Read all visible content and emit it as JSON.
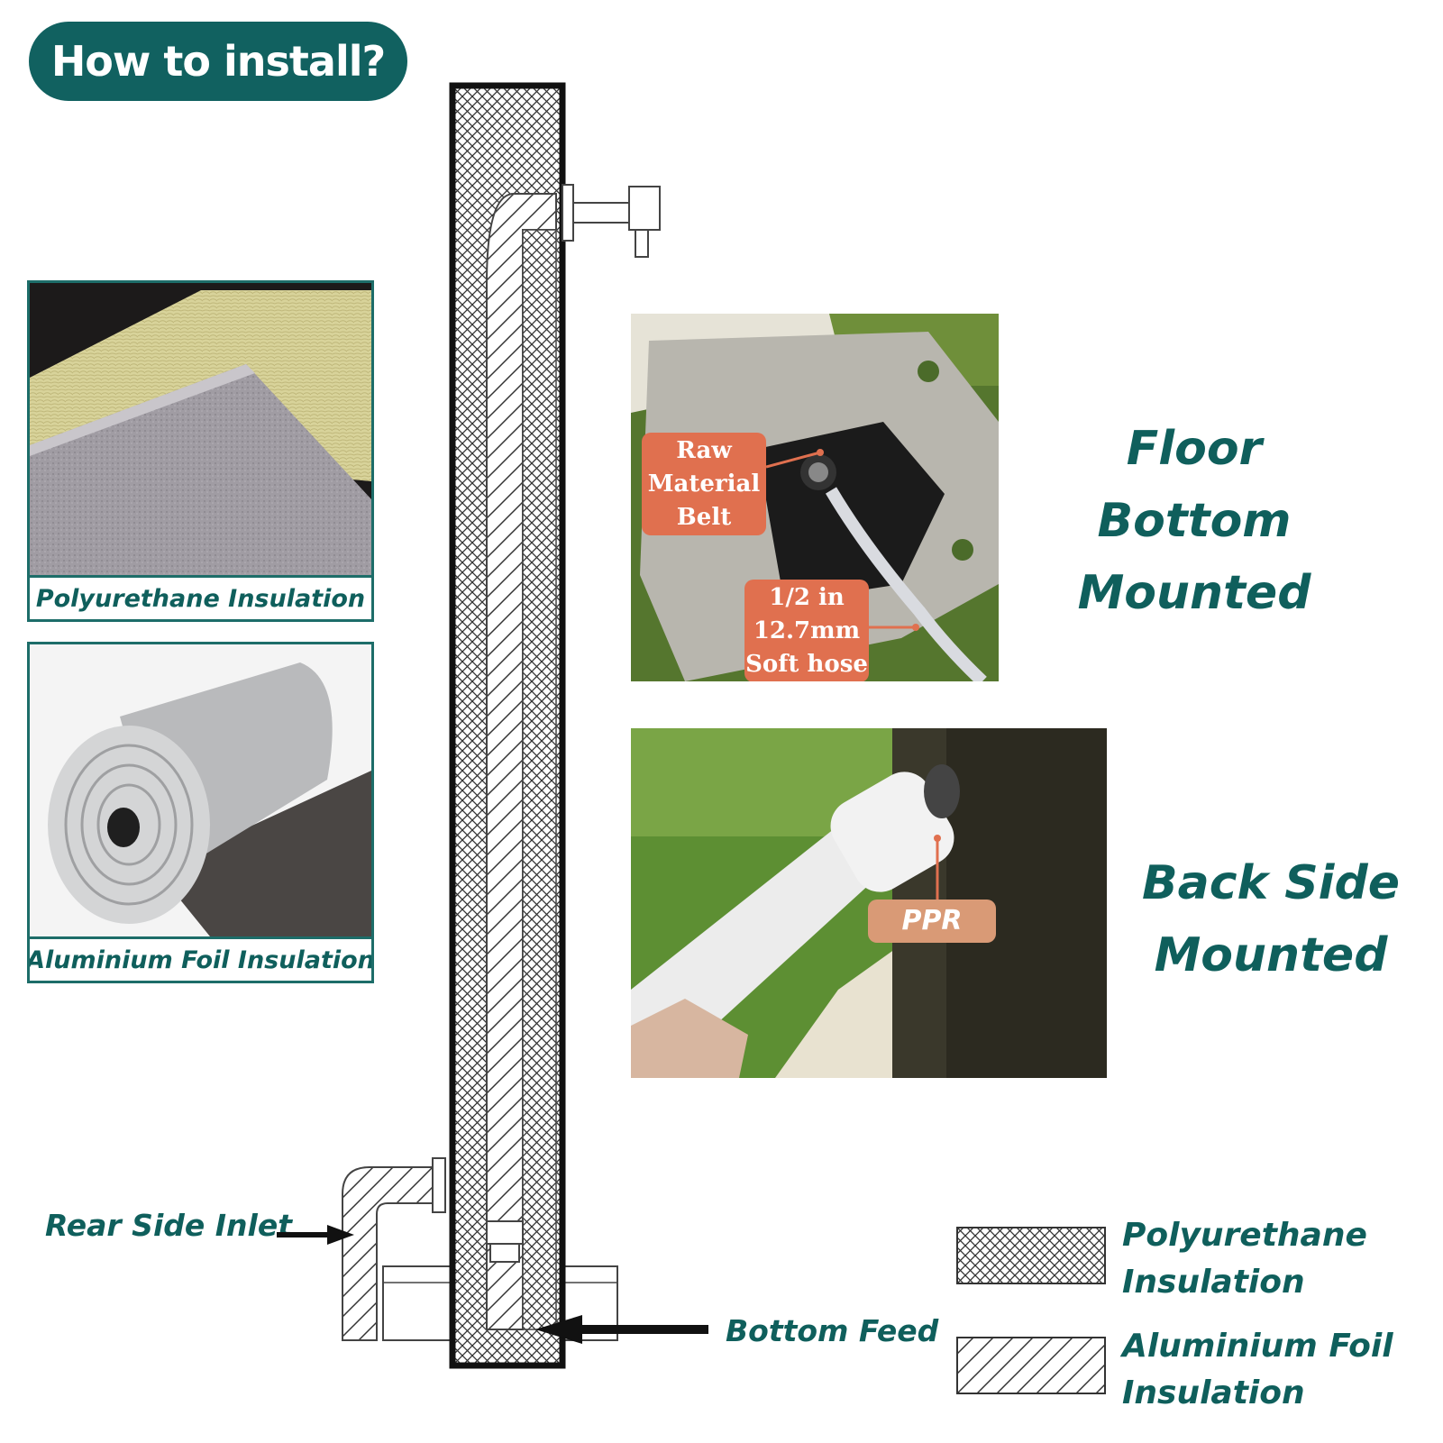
{
  "header": {
    "title": "How to install?"
  },
  "insulation_cards": [
    {
      "caption": "Polyurethane Insulation"
    },
    {
      "caption": "Aluminium Foil Insulation"
    }
  ],
  "floor_photo": {
    "tag_raw": [
      "Raw",
      "Material",
      "Belt"
    ],
    "tag_hose": [
      "1/2 in",
      "12.7mm",
      "Soft hose"
    ]
  },
  "floor_label": [
    "Floor Bottom",
    "Mounted"
  ],
  "back_photo": {
    "tag_ppr": "PPR"
  },
  "back_label": [
    "Back Side",
    "Mounted"
  ],
  "diagram_labels": {
    "rear_inlet": "Rear Side Inlet",
    "bottom_feed": "Bottom Feed"
  },
  "legend": [
    {
      "lines": [
        "Polyurethane",
        "Insulation"
      ],
      "pattern": "crosshatch"
    },
    {
      "lines": [
        "Aluminium Foil",
        "Insulation"
      ],
      "pattern": "diagonal"
    }
  ],
  "colors": {
    "teal": "#116160",
    "tag": "#e0704f"
  }
}
